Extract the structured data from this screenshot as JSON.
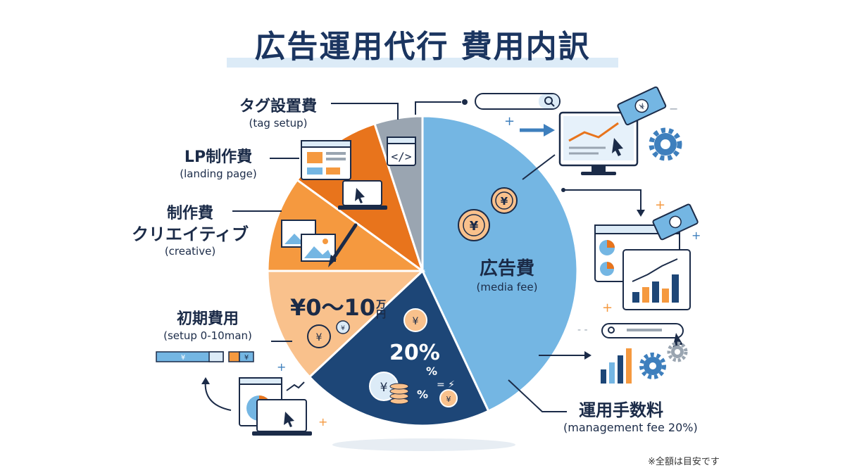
{
  "title": "広告運用代行 費用内訳",
  "chart_data": {
    "type": "pie",
    "title": "広告運用代行 費用内訳",
    "slices": [
      {
        "label": "広告費",
        "sublabel": "(media fee)",
        "value": 43,
        "color": "#74b6e3"
      },
      {
        "label": "運用手数料",
        "sublabel": "(management fee 20%)",
        "value": 20,
        "color": "#1d4677",
        "inner_text": "20%"
      },
      {
        "label": "初期費用",
        "sublabel": "(setup 0-10man)",
        "value": 12,
        "color": "#f9c18c",
        "inner_text": "¥0〜10万円"
      },
      {
        "label": "制作費 クリエイティブ",
        "sublabel": "(creative)",
        "value": 10,
        "color": "#f5993f"
      },
      {
        "label": "LP制作費",
        "sublabel": "(landing page)",
        "value": 10,
        "color": "#e8741c"
      },
      {
        "label": "タグ設置費",
        "sublabel": "(tag setup)",
        "value": 5,
        "color": "#9aa5b1"
      }
    ]
  },
  "labels": {
    "media_jp": "広告費",
    "media_en": "(media fee)",
    "mgmt_jp": "運用手数料",
    "mgmt_en": "(management fee 20%)",
    "setup_jp": "初期費用",
    "setup_en": "(setup 0-10man)",
    "creative_jp1": "制作費",
    "creative_jp2": "クリエイティブ",
    "creative_en": "(creative)",
    "lp_jp": "LP制作費",
    "lp_en": "(landing page)",
    "tag_jp": "タグ設置費",
    "tag_en": "(tag setup)",
    "setup_amount": "¥0〜10",
    "setup_unit": "万円",
    "mgmt_pct": "20%"
  },
  "footnote": "※全額は目安です",
  "icons": [
    "yen-coin-icon",
    "monitor-chart-icon",
    "gear-icon",
    "banknote-icon",
    "search-bar-icon",
    "code-tag-icon",
    "browser-icon",
    "laptop-icon",
    "image-icon",
    "paintbrush-icon",
    "coin-stack-icon",
    "bar-chart-icon",
    "cursor-icon"
  ]
}
